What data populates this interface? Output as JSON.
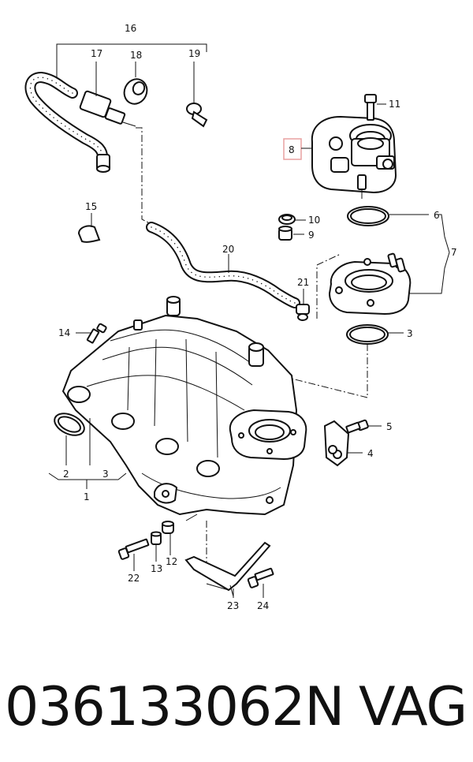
{
  "labels": {
    "l1": "1",
    "l2": "2",
    "l3": "3",
    "l3b": "3",
    "l4": "4",
    "l5": "5",
    "l6": "6",
    "l7": "7",
    "l8": "8",
    "l9": "9",
    "l10": "10",
    "l11": "11",
    "l12": "12",
    "l13": "13",
    "l14": "14",
    "l15": "15",
    "l16": "16",
    "l17": "17",
    "l18": "18",
    "l19": "19",
    "l20": "20",
    "l21": "21",
    "l22": "22",
    "l23": "23",
    "l24": "24"
  },
  "highlight_color": "#e8a0a0",
  "caption": {
    "part_number": "036133062N",
    "brand": "VAG"
  }
}
